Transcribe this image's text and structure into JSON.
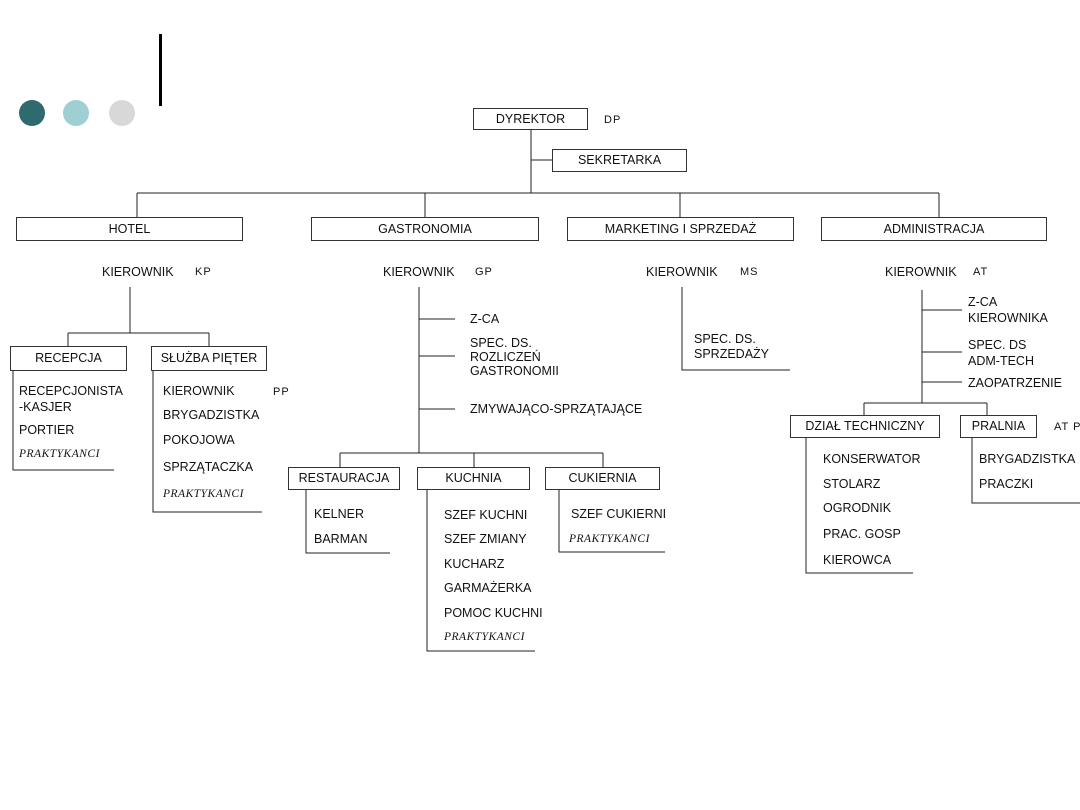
{
  "decor": {
    "dot_colors": [
      "#2f6b6e",
      "#9ecfd2",
      "#d8d8d8"
    ]
  },
  "director": {
    "label": "DYREKTOR",
    "code": "DP"
  },
  "secretary": {
    "label": "SEKRETARKA"
  },
  "departments": {
    "hotel": {
      "label": "HOTEL",
      "manager": "KIEROWNIK",
      "manager_code": "KP",
      "recepcja": {
        "label": "RECEPCJA",
        "items": [
          "RECEPCJONISTA",
          "-KASJER",
          "PORTIER",
          "PRAKTYKANCI"
        ]
      },
      "sluzba": {
        "label": "SŁUŻBA PIĘTER",
        "items": [
          "KIEROWNIK",
          "BRYGADZISTKA",
          "POKOJOWA",
          "SPRZĄTACZKA",
          "PRAKTYKANCI"
        ],
        "code": "PP"
      }
    },
    "gastro": {
      "label": "GASTRONOMIA",
      "manager": "KIEROWNIK",
      "manager_code": "GP",
      "staff": [
        "Z-CA",
        "SPEC. DS.",
        "ROZLICZEŃ",
        "GASTRONOMII",
        "ZMYWAJĄCO-SPRZĄTAJĄCE"
      ],
      "restauracja": {
        "label": "RESTAURACJA",
        "items": [
          "KELNER",
          "BARMAN"
        ]
      },
      "kuchnia": {
        "label": "KUCHNIA",
        "items": [
          "SZEF KUCHNI",
          "SZEF ZMIANY",
          "KUCHARZ",
          "GARMAŻERKA",
          "POMOC KUCHNI",
          "PRAKTYKANCI"
        ]
      },
      "cukiernia": {
        "label": "CUKIERNIA",
        "items": [
          "SZEF CUKIERNI",
          "PRAKTYKANCI"
        ]
      }
    },
    "marketing": {
      "label": "MARKETING I SPRZEDAŻ",
      "manager": "KIEROWNIK",
      "manager_code": "MS",
      "items": [
        "SPEC. DS.",
        "SPRZEDAŻY"
      ]
    },
    "admin": {
      "label": "ADMINISTRACJA",
      "manager": "KIEROWNIK",
      "manager_code": "AT",
      "staff": [
        "Z-CA",
        "KIEROWNIKA",
        "SPEC. DS",
        "ADM-TECH",
        "ZAOPATRZENIE"
      ],
      "techniczny": {
        "label": "DZIAŁ TECHNICZNY",
        "items": [
          "KONSERWATOR",
          "STOLARZ",
          "OGRODNIK",
          "PRAC. GOSP",
          "KIEROWCA"
        ]
      },
      "pralnia": {
        "label": "PRALNIA",
        "code": "AT P",
        "items": [
          "BRYGADZISTKA",
          "PRACZKI"
        ]
      }
    }
  }
}
